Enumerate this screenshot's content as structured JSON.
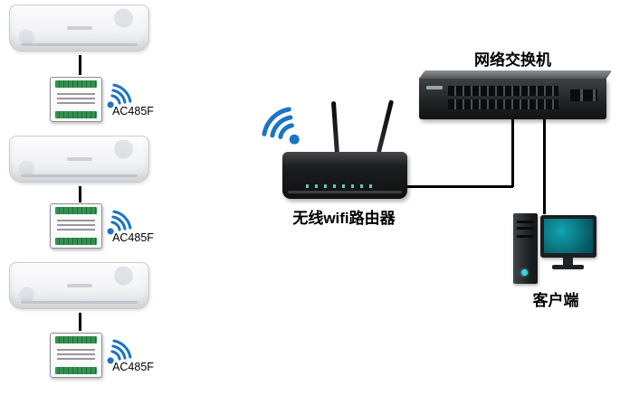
{
  "diagram": {
    "modules": [
      {
        "label": "AC485F"
      },
      {
        "label": "AC485F"
      },
      {
        "label": "AC485F"
      }
    ],
    "router_label": "无线wifi路由器",
    "switch_label": "网络交换机",
    "client_label": "客户端",
    "colors": {
      "wifi_blue": "#1b74c5",
      "screen_teal": "#0c7b86",
      "line_black": "#000000"
    }
  }
}
